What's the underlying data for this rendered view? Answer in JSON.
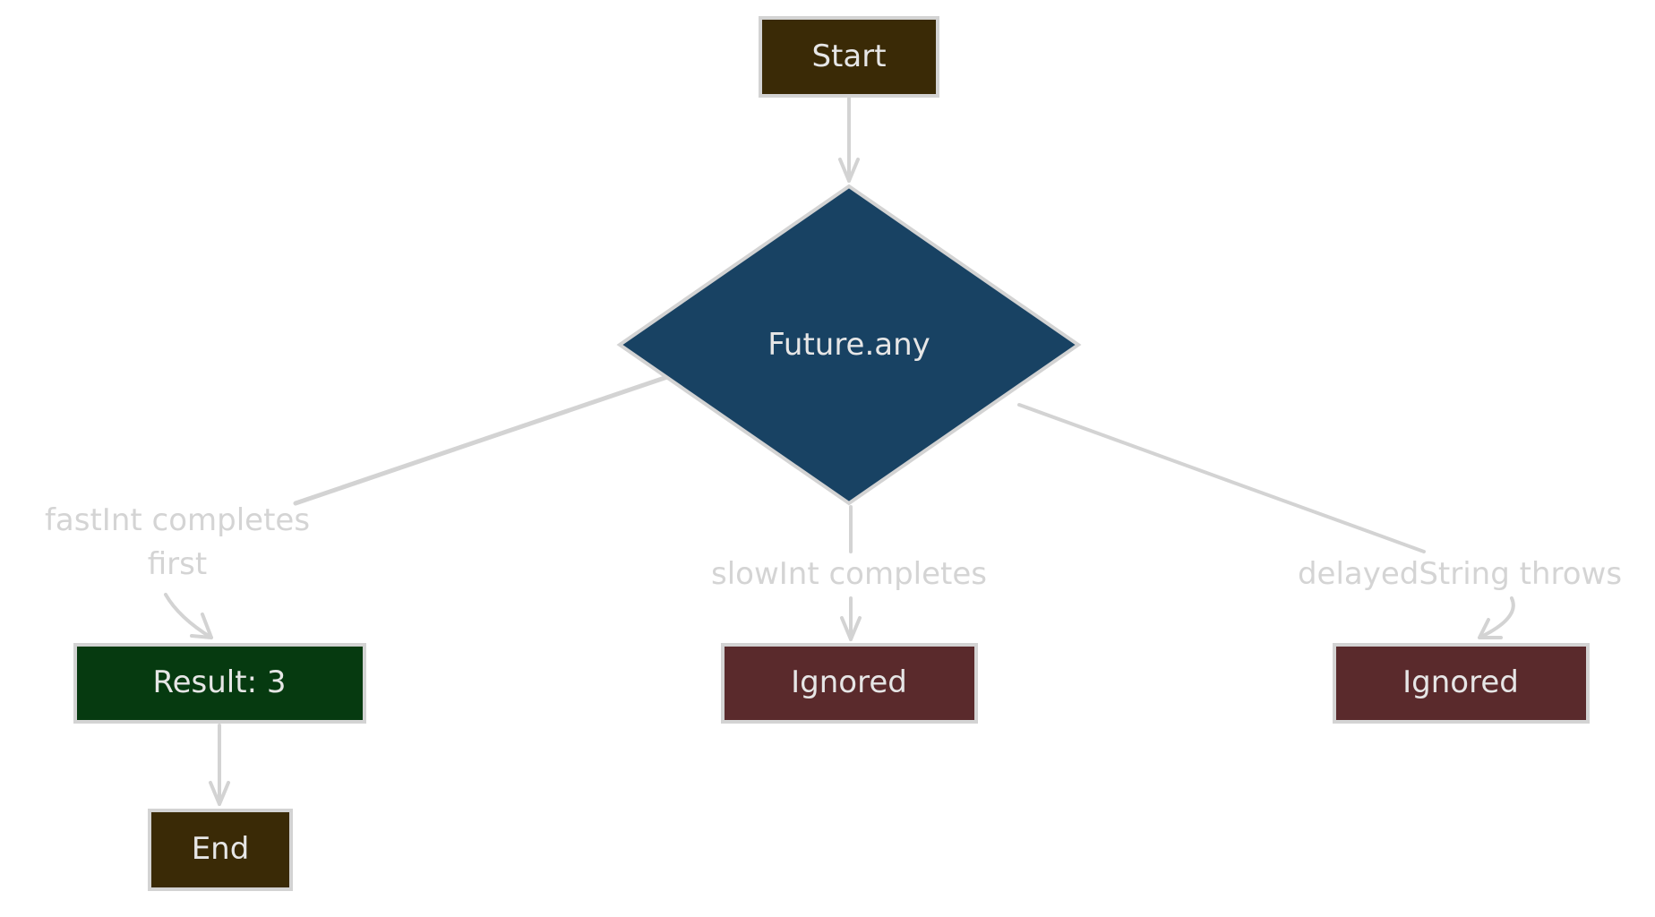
{
  "diagram": {
    "type": "flowchart",
    "colors": {
      "terminal": "#3a2a06",
      "decision": "#184263",
      "success": "#063a10",
      "ignored": "#5a2a2c",
      "stroke": "#d3d3d3",
      "node_text": "#e6e6e6",
      "edge_text": "#d4d4d4"
    },
    "nodes": {
      "start": {
        "label": "Start",
        "shape": "rectangle",
        "kind": "terminal"
      },
      "decision": {
        "label": "Future.any",
        "shape": "diamond",
        "kind": "decision"
      },
      "result": {
        "label": "Result: 3",
        "shape": "rectangle",
        "kind": "success"
      },
      "ignored_slow": {
        "label": "Ignored",
        "shape": "rectangle",
        "kind": "ignored"
      },
      "ignored_delayed": {
        "label": "Ignored",
        "shape": "rectangle",
        "kind": "ignored"
      },
      "end": {
        "label": "End",
        "shape": "rectangle",
        "kind": "terminal"
      }
    },
    "edges": {
      "start_to_decision": {
        "from": "start",
        "to": "decision",
        "label": ""
      },
      "decision_to_result": {
        "from": "decision",
        "to": "result",
        "label_line1": "fastInt completes",
        "label_line2": "first"
      },
      "decision_to_ignored_slow": {
        "from": "decision",
        "to": "ignored_slow",
        "label": "slowInt completes"
      },
      "decision_to_ignored_delayed": {
        "from": "decision",
        "to": "ignored_delayed",
        "label": "delayedString throws"
      },
      "result_to_end": {
        "from": "result",
        "to": "end",
        "label": ""
      }
    }
  }
}
